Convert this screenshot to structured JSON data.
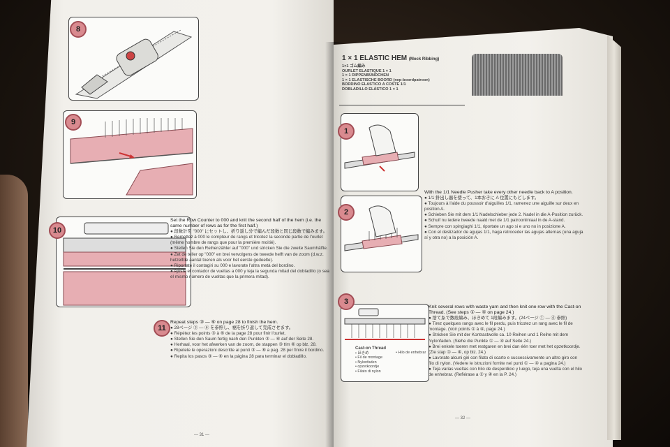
{
  "left_page": {
    "steps": {
      "s8": "8",
      "s9": "9",
      "s10": "10",
      "s11": "11"
    },
    "step10_text": {
      "en": "Set the Row Counter to 000 and knit the second half of the hem (i.e. the same number of rows as for the first half.)",
      "jp": "● 段数計を \"000\" にセットし、折り返し分で編んだ段数と同じ段数で編みます。",
      "fr": "● Remettez à 000 le compteur de rangs et tricotez la seconde partie de l'ourlet (même nombre de rangs que pour la première moitié).",
      "de": "● Stellen Sie den Reihenzähler auf \"000\" und stricken Sie die zweite Saumhälfte.",
      "nl": "● Zet de teller op \"000\" en brei vervolgens de tweede helft van de zoom (d.w.z. hetzelfde aantal toeren als voor het eerste gedeelte).",
      "it": "● Riportate il contagiri su 000 e lavorate l'altra metà del bordino.",
      "es": "● Ajuste el contador de vueltas a 000 y teja la segunda mitad del dobladillo (o sea el mismo número de vueltas que la primera mitad)."
    },
    "step11_text": {
      "en": "Repeat steps ③ — ⑥ on page 28 to finish the hem.",
      "jp": "● 28ページ ③ — ⑥ を参照し、裾を折り返して完成させます。",
      "fr": "● Répétez les points ③ à ⑥ de la page 28 pour finir l'ourlet.",
      "de": "● Stellen Sie den Saum fertig nach den Punkten ③ — ⑥ auf der Seite 28.",
      "nl": "● Herhaal, voor het afwerken van de zoom, de stappen ③ t/m ⑥ op blz. 28.",
      "it": "● Ripetete le operazioni descritte ai punti ③ — ⑥ a pag. 28 per finire il bordino.",
      "es": "● Repita los pasos ③ — ⑥ en la página 28 para terminar el dobladillo."
    },
    "page_number": "— 31 —"
  },
  "right_page": {
    "title": "1 × 1 ELASTIC HEM",
    "title_sub": "(Mock Ribbing)",
    "subtitles": [
      "1×1 ゴム編み",
      "OURLET ELASTIQUE 1 × 1",
      "1 × 1 RIPPENBÜNDCHEN",
      "1 × 1 ELASTISCHE BOORD (nep-boordpatroon)",
      "BORDINO ELASTICO A COSTE 1/1",
      "DOBLADILLO ELÁSTICO 1 × 1"
    ],
    "steps": {
      "s1": "1",
      "s2": "2",
      "s3": "3"
    },
    "step12_text": {
      "en": "With the 1/1 Needle Pusher take every other needle back to A position.",
      "jp": "● 1/1 針出し器を使って、1本おきに A 位置にもどします。",
      "fr": "● Toujours à l'aide du poussoir d'aiguilles 1/1, ramenez une aiguille sur deux en position A.",
      "de": "● Schieben Sie mit dem 1/1 Nadelschieber jede 2. Nadel in die A-Position zurück.",
      "nl": "● Schuif nu iedere tweede naald met de 1/1 patroonliniaal in de A-stand.",
      "it": "● Sempre con spingiaghi 1/1, riportate un ago si e uno no in posizione A.",
      "es": "● Con el deslizador de agujas 1/1, haga retroceder las agujas alternas (una aguja sí y otra no) a la posición A."
    },
    "step3_text": {
      "en": "Knit several rows with waste yarn and then knit one row with the Cast-on Thread. (See steps ① — ④ on page 24.)",
      "jp": "● 捨て糸で数段編み、ほきめて 1段編みます。(24ページ ① — ④ 参照)",
      "fr": "● Tirez quelques rangs avec le fil perdu, puis tricotez un rang avec le fil de montage. (Voir points ① à ④, page 24.)",
      "de": "● Stricken Sie mit der Kontrastwolle ca. 10 Reihen und 1 Reihe mit dem Nylonfaden. (Siehe die Punkte ① — ④ auf Seite 24.)",
      "nl": "● Brei enkele toeren met restgaren en brei dan één toer met het opzetkoordje. (Zie stap ① — ④, op blz. 24.)",
      "it": "● Lavorate alcuni giri con filato di scarto e successivamente un altro giro con filo di nylon. (Vedere le istruzioni fornite nei punti ① — ④ a pagina 24.)",
      "es": "● Teja varias vueltas con hilo de desperdicio y luego, teja una vuelta con el hilo de enhebrar. (Refiérase a ① y ④ en la P. 24.)"
    },
    "castons": [
      "Cast-on Thread",
      "• ほきめ",
      "• Fil de montage",
      "• Nylonfaden",
      "• opzetkoordje",
      "• Filato di nylon",
      "• Hilo de enhebrar"
    ],
    "page_number": "— 32 —"
  }
}
